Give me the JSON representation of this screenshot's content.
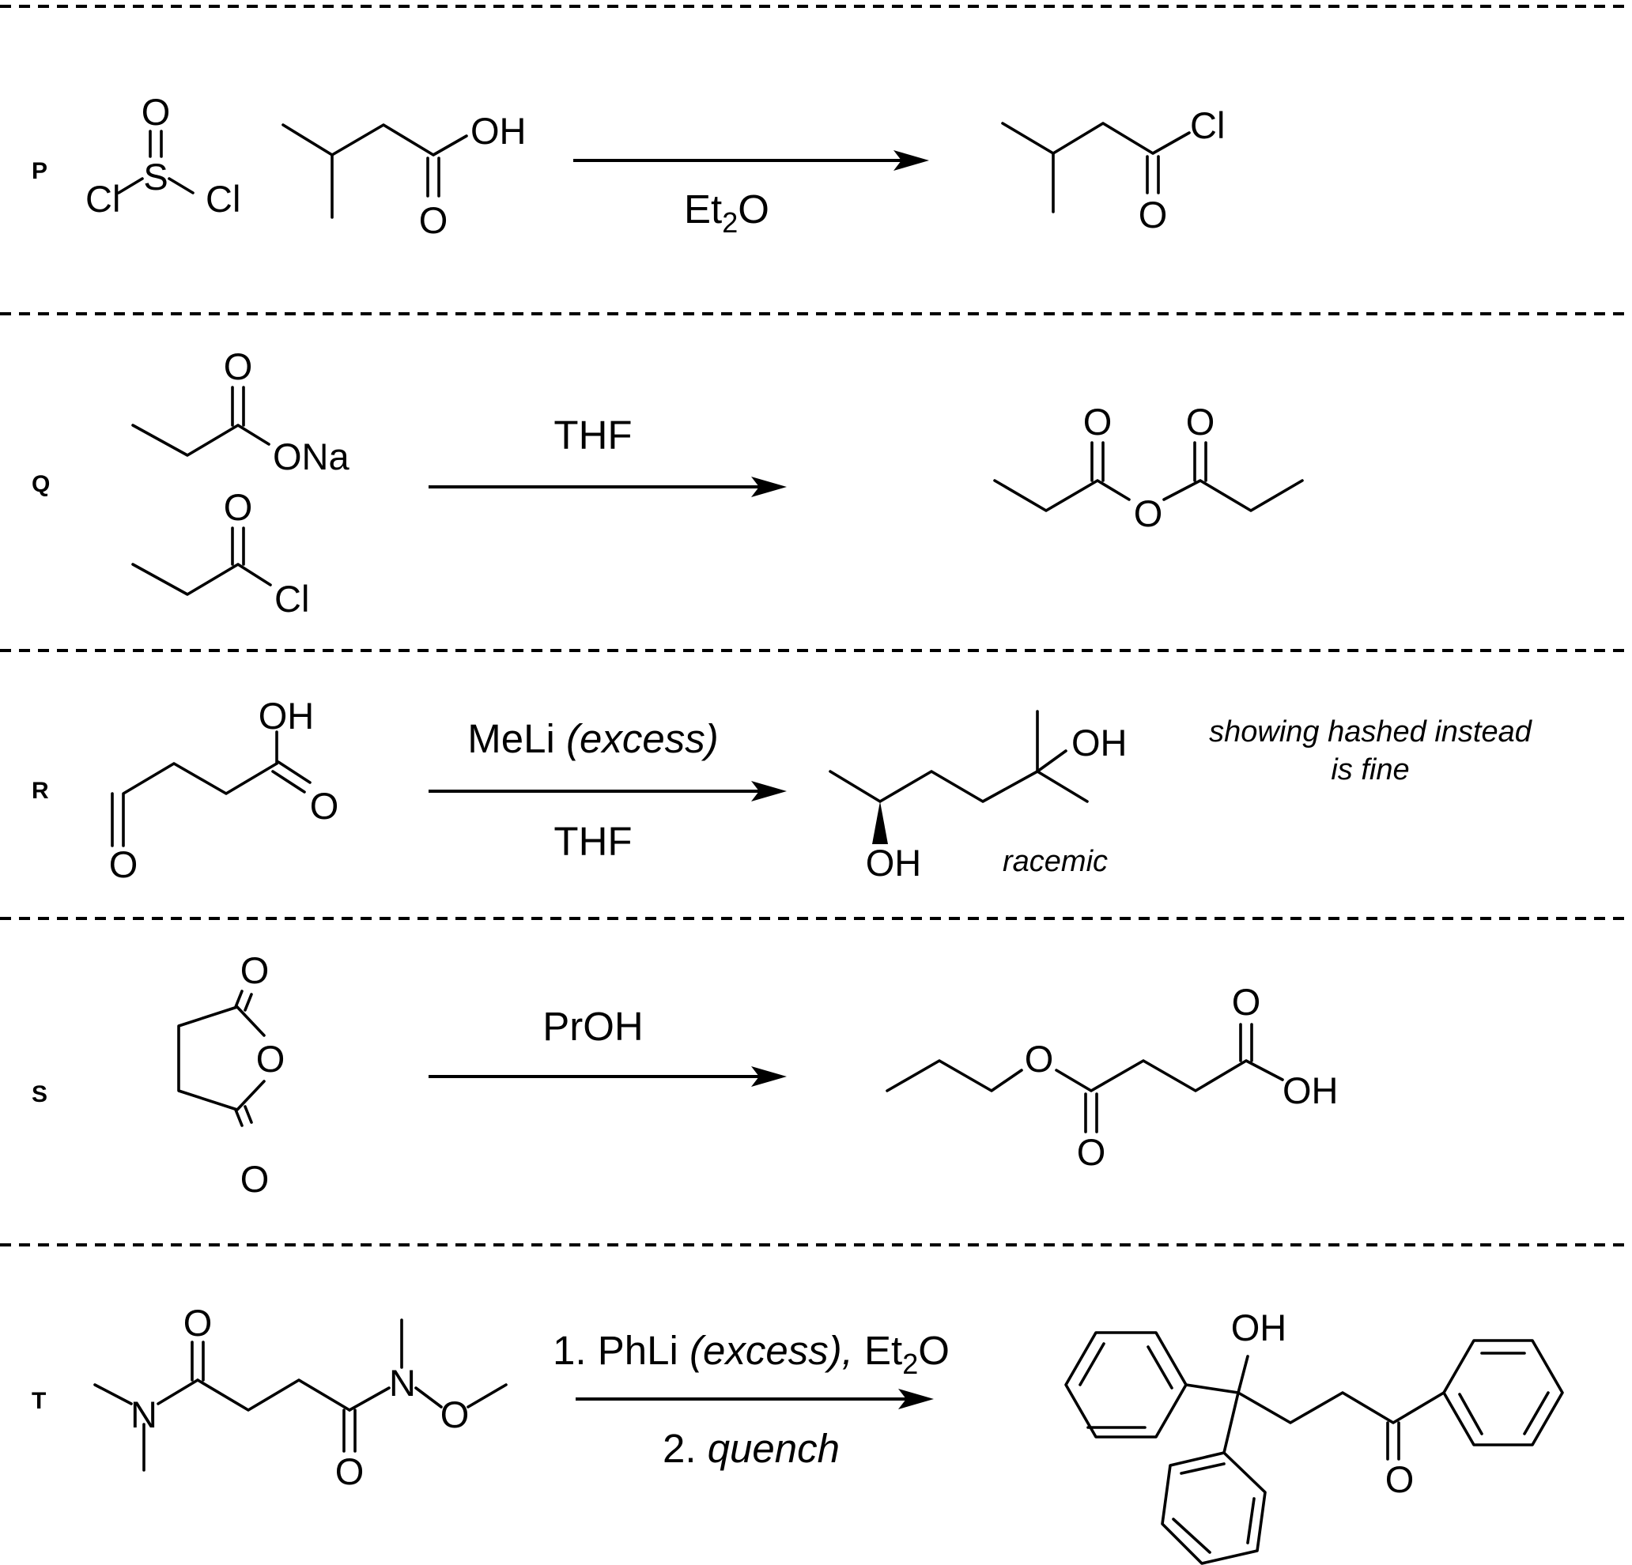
{
  "atoms": {
    "O": "O",
    "OH": "OH",
    "Cl": "Cl",
    "S": "S",
    "N": "N",
    "ONa": "ONa"
  },
  "reactions": [
    {
      "label": "P",
      "conditions_below": [
        "Et",
        "2",
        "O"
      ]
    },
    {
      "label": "Q",
      "conditions_above": "THF"
    },
    {
      "label": "R",
      "conditions_above_main": "MeLi ",
      "conditions_above_italic": "(excess)",
      "conditions_below": "THF",
      "product_note": "racemic",
      "side_note_line1": "showing hashed instead",
      "side_note_line2": "is fine"
    },
    {
      "label": "S",
      "conditions_above": "PrOH"
    },
    {
      "label": "T",
      "step1_prefix": "1. PhLi ",
      "step1_italic": "(excess),",
      "step1_suffix_main": " Et",
      "step1_suffix_sub": "2",
      "step1_suffix_end": "O",
      "step2_prefix": "2. ",
      "step2_italic": "quench"
    }
  ]
}
